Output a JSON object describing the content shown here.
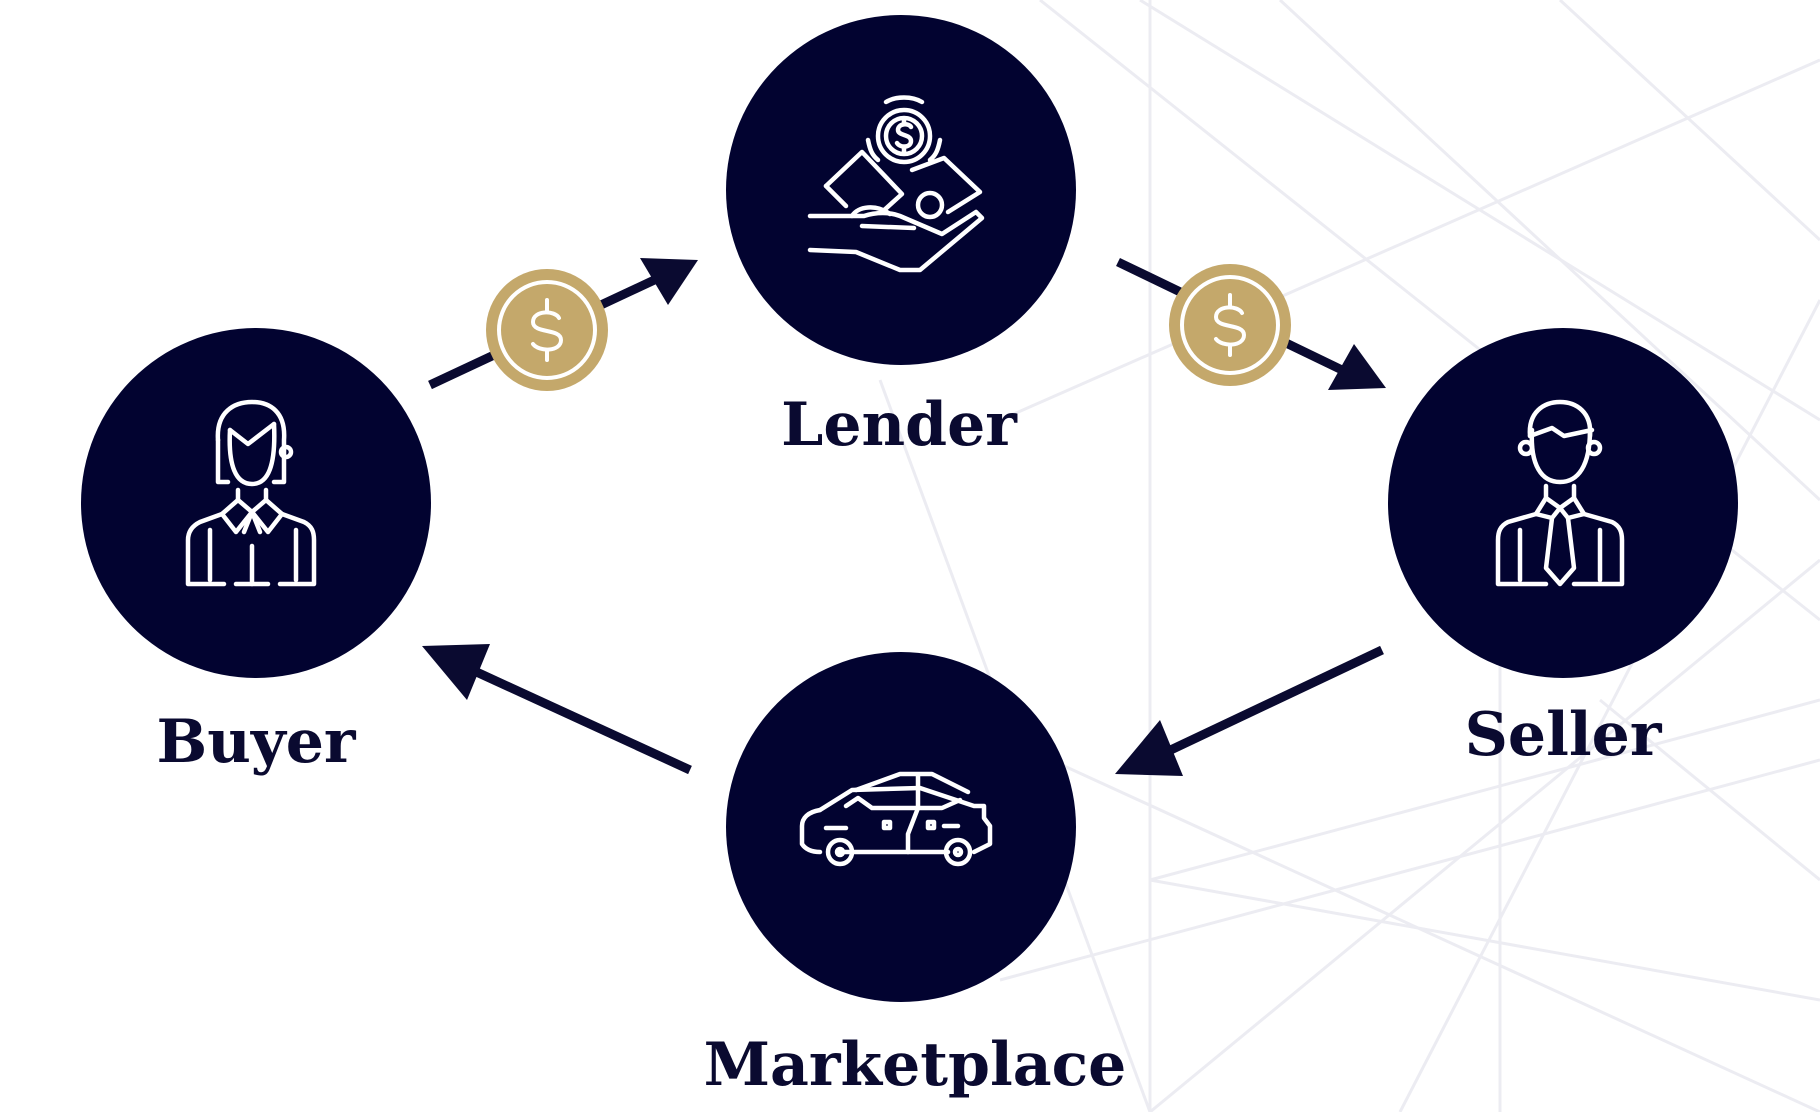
{
  "colors": {
    "node_fill": "#020330",
    "arrow": "#0a0a30",
    "coin": "#c4a86b",
    "label": "#0a0a30",
    "background_lines": "#ececf2"
  },
  "nodes": {
    "lender": {
      "label": "Lender",
      "icon": "money-hand-icon"
    },
    "buyer": {
      "label": "Buyer",
      "icon": "female-person-icon"
    },
    "seller": {
      "label": "Seller",
      "icon": "male-person-tie-icon"
    },
    "marketplace": {
      "label": "Marketplace",
      "icon": "car-icon"
    }
  },
  "flows": [
    {
      "from": "Buyer",
      "to": "Lender",
      "has_coin": true
    },
    {
      "from": "Lender",
      "to": "Seller",
      "has_coin": true
    },
    {
      "from": "Seller",
      "to": "Marketplace",
      "has_coin": false
    },
    {
      "from": "Marketplace",
      "to": "Buyer",
      "has_coin": false
    }
  ],
  "coin_icon": "dollar-coin-icon"
}
